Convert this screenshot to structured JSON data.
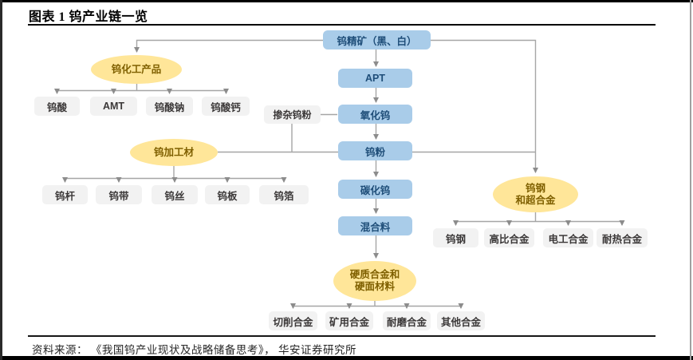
{
  "figure": {
    "title": "图表 1 钨产业链一览",
    "source": "资料来源： 《我国钨产业现状及战略储备思考》， 华安证券研究所"
  },
  "colors": {
    "process_box_fill": "#A9CCE9",
    "process_box_text": "#1F4E79",
    "group_ellipse_fill": "#FFE699",
    "group_ellipse_text": "#7F6000",
    "leaf_box_fill": "#F2F2F2",
    "leaf_box_text": "#3B3838",
    "connector_line": "#A6A6A6"
  },
  "diagram": {
    "main_chain": {
      "concentrate": "钨精矿（黑、白）",
      "apt": "APT",
      "oxide": "氧化钨",
      "powder": "钨粉",
      "carbide": "碳化钨",
      "mixture": "混合料",
      "doped_powder": "掺杂钨粉"
    },
    "groups": {
      "chemical": "钨化工产品",
      "processed": "钨加工材",
      "steel": "钨钢\n和超合金",
      "hard": "硬质合金和\n硬面材料"
    },
    "chemical_children": [
      "钨酸",
      "AMT",
      "钨酸钠",
      "钨酸钙"
    ],
    "processed_children": [
      "钨杆",
      "钨带",
      "钨丝",
      "钨板",
      "钨箔"
    ],
    "steel_children": [
      "钨钢",
      "高比合金",
      "电工合金",
      "耐热合金"
    ],
    "hard_children": [
      "切削合金",
      "矿用合金",
      "耐磨合金",
      "其他合金"
    ]
  }
}
